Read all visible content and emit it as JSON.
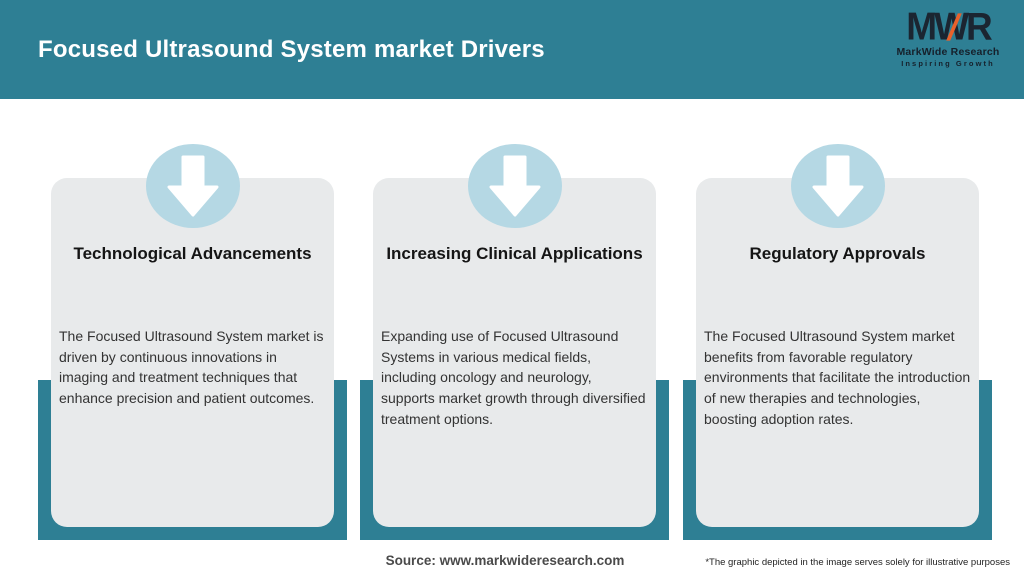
{
  "header": {
    "title": "Focused Ultrasound System market Drivers",
    "logo": {
      "acronym": "MWR",
      "name": "MarkWide Research",
      "tagline": "Inspiring Growth"
    }
  },
  "cards": [
    {
      "icon": "down-arrow-icon",
      "title": "Technological Advancements",
      "body": "The Focused Ultrasound System market is driven by continuous innovations in imaging and treatment techniques that enhance precision and patient outcomes."
    },
    {
      "icon": "down-arrow-icon",
      "title": "Increasing Clinical Applications",
      "body": "Expanding use of Focused Ultrasound Systems in various medical fields, including oncology and neurology, supports market growth through diversified treatment options."
    },
    {
      "icon": "down-arrow-icon",
      "title": "Regulatory Approvals",
      "body": "The Focused Ultrasound System market benefits from favorable regulatory environments that facilitate the introduction of new therapies and technologies, boosting adoption rates."
    }
  ],
  "footer": {
    "source": "Source: www.markwideresearch.com",
    "disclaimer": "*The graphic depicted in the image serves solely for illustrative purposes"
  },
  "colors": {
    "teal": "#2e7f94",
    "light_blue": "#b5d8e4",
    "card_gray": "#e8eaeb",
    "logo_dark": "#1b2531",
    "logo_accent": "#e8612c",
    "title_white": "#ffffff"
  }
}
